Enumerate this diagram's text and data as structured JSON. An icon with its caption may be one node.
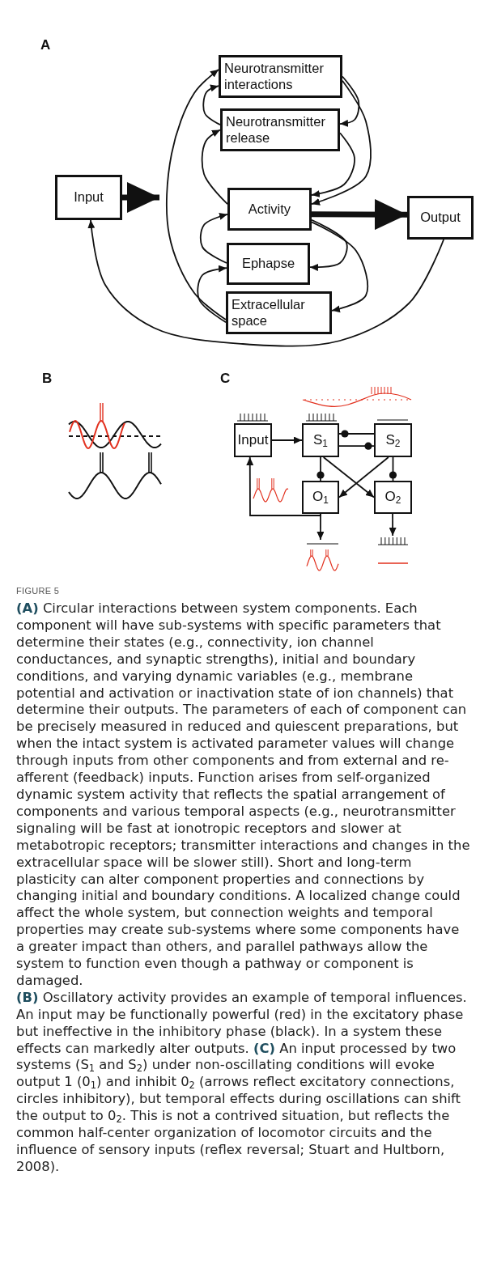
{
  "diagram": {
    "title": "FIGURE 5",
    "caption": [
      "**(A)** Circular interactions between system components. Each component will have sub-systems with specific parameters that determine their states (e.g., connectivity, ion channel conductances, and synaptic strengths), initial and boundary conditions, and varying dynamic variables (e.g., membrane potential and activation or inactivation state of ion channels) that determine their outputs. The parameters of each of component can be precisely measured in reduced and quiescent preparations, but when the intact system is activated parameter values will change through inputs from other components and from external and re-afferent (feedback) inputs. Function arises from self-organized dynamic system activity that reflects the spatial arrangement of components and various temporal aspects (e.g., neurotransmitter signaling will be fast at ionotropic receptors and slower at metabotropic receptors; transmitter interactions and changes in the extracellular space will be slower still). Short and long-term plasticity can alter component properties and connections by changing initial and boundary conditions. A localized change could affect the whole system, but connection weights and temporal properties may create sub-systems where some components have a greater impact than others, and parallel pathways allow the system to function even though a pathway or component is damaged.",
      "**(B)** Oscillatory activity provides an example of temporal influences. An input may be functionally powerful (red) in the excitatory phase but ineffective in the inhibitory phase (black). In a system these effects can markedly alter outputs. **(C)** An input processed by two systems (S$_{1}$ and S$_{2}$) under non-oscillating conditions will evoke output 1 (0$_{1}$) and inhibit 0$_{2}$ (arrows reflect excitatory connections, circles inhibitory), but temporal effects during oscillations can shift the output to 0$_{2}$. This is not a contrived situation, but reflects the common half-center organization of locomotor circuits and the influence of sensory inputs (reflex reversal; Stuart and Hultborn, 2008)."
    ],
    "nodes": [
      {
        "text": [
          "Neurotransmitter interactions"
        ]
      },
      {
        "text": [
          "Neurotransmitter release"
        ]
      },
      {
        "text": [
          "Input"
        ]
      },
      {
        "text": [
          "Activity"
        ]
      },
      {
        "text": [
          "Output"
        ]
      },
      {
        "text": [
          "Ephapse"
        ]
      },
      {
        "text": [
          "Extracellular space"
        ]
      },
      {
        "text": [
          "Input"
        ]
      },
      {
        "text": [
          "S$_{1}$"
        ]
      },
      {
        "text": [
          "S$_{2}$"
        ]
      },
      {
        "text": [
          "O$_{1}$"
        ]
      },
      {
        "text": [
          "O$_{2}$"
        ]
      },
      {
        "text": [],
        "shape": "picture"
      },
      {
        "text": [],
        "shape": "picture"
      }
    ],
    "edges": [
      {
        "from": 2,
        "to": null,
        "arrow": "to",
        "style": "thick"
      },
      {
        "from": 3,
        "to": 4,
        "arrow": "to",
        "style": "thick"
      },
      {
        "from": 4,
        "to": 2,
        "arrow": "to"
      },
      {
        "from": 6,
        "to": 0,
        "arrow": "to"
      },
      {
        "from": 1,
        "to": 0,
        "arrow": "to"
      },
      {
        "from": 0,
        "to": 1,
        "arrow": "to"
      },
      {
        "from": 0,
        "to": 3,
        "arrow": "to"
      },
      {
        "from": 1,
        "to": 3,
        "arrow": "to"
      },
      {
        "from": 3,
        "to": 1,
        "arrow": "to"
      },
      {
        "from": 5,
        "to": 3,
        "arrow": "to"
      },
      {
        "from": 3,
        "to": 5,
        "arrow": "to"
      },
      {
        "from": 3,
        "to": 6,
        "arrow": "to"
      },
      {
        "from": 6,
        "to": 5,
        "arrow": "to"
      },
      {
        "from": 7,
        "to": 8,
        "arrow": "to"
      },
      {
        "from": 9,
        "to": 8,
        "arrow": "other"
      },
      {
        "from": 8,
        "to": 9,
        "arrow": "other"
      },
      {
        "from": 8,
        "to": 10,
        "arrow": "other"
      },
      {
        "from": 8,
        "to": 11,
        "arrow": "to"
      },
      {
        "from": 9,
        "to": 10,
        "arrow": "to"
      },
      {
        "from": 9,
        "to": 11,
        "arrow": "other"
      },
      {
        "from": 10,
        "to": 12,
        "arrow": "to"
      },
      {
        "from": 10,
        "to": 7,
        "arrow": "to"
      },
      {
        "from": 11,
        "to": 13,
        "arrow": "to"
      }
    ],
    "labels": [
      "A",
      "B",
      "C"
    ]
  }
}
